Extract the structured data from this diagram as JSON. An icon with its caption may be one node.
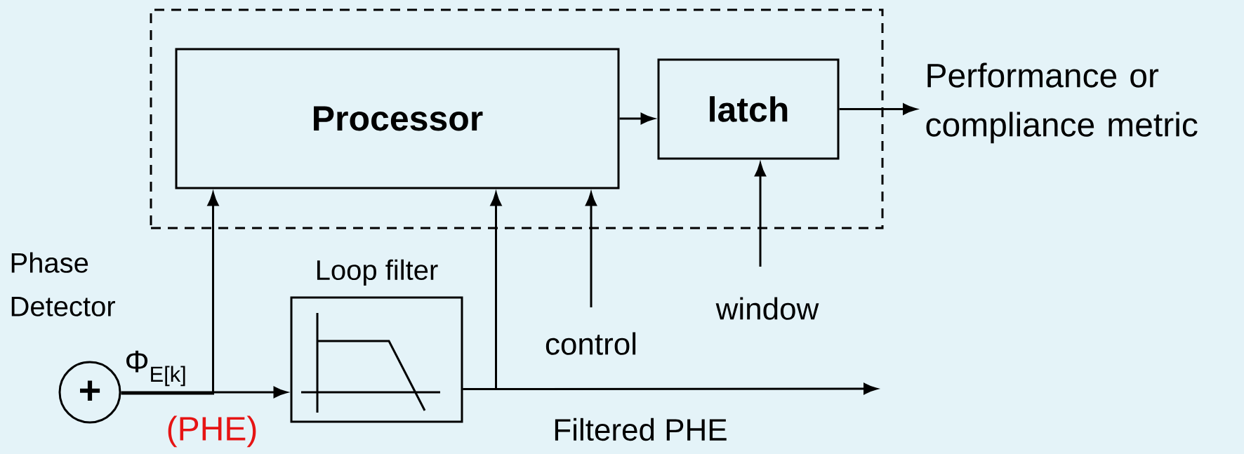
{
  "diagram": {
    "nodes": [
      {
        "text": [],
        "shape": "box"
      },
      {
        "text": [
          "Processor"
        ],
        "in": 0
      },
      {
        "text": [
          "latch"
        ],
        "in": 0
      },
      {
        "text": [
          "Performance or compliance metric"
        ]
      },
      {
        "text": [
          "+"
        ],
        "beside": [
          "Phase Detector"
        ]
      },
      {
        "text": [
          "Loop filter"
        ]
      },
      {
        "text": [
          "control"
        ]
      },
      {
        "text": [
          "window"
        ]
      }
    ],
    "edges": [
      {
        "from": 1,
        "to": 2,
        "arrow": "to"
      },
      {
        "from": 2,
        "to": 3,
        "arrow": "to"
      },
      {
        "from": 4,
        "to": 5,
        "arrow": "to",
        "label": "Φ$_{E[k]}$"
      },
      {
        "from": 4,
        "to": 1,
        "arrow": "to"
      },
      {
        "from": 5,
        "to": 1,
        "arrow": "to"
      },
      {
        "from": 5,
        "to": null,
        "arrow": "to",
        "label": "Filtered PHE"
      },
      {
        "from": 6,
        "to": 1,
        "arrow": "to"
      },
      {
        "from": 7,
        "to": 2,
        "arrow": "to"
      }
    ],
    "labels": [
      "(PHE)"
    ]
  }
}
